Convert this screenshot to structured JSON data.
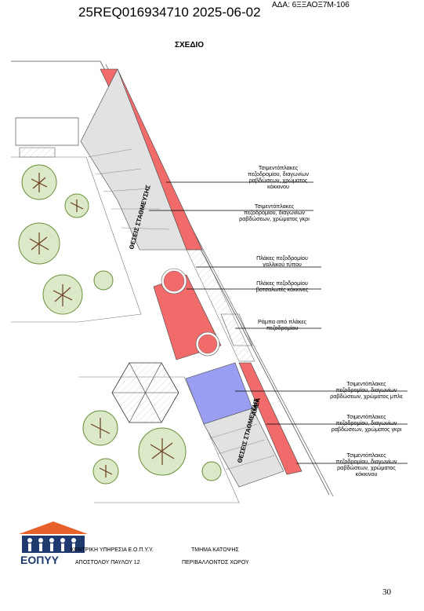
{
  "header": {
    "doc_id": "25REQ016934710 2025-06-02",
    "ada": "ΑΔΑ: 6ΞΞΑΟΞ7Μ-106",
    "title": "ΣΧΕΔΙΟ"
  },
  "plan": {
    "parking_label_1": "ΘΕΣΕΙΣ ΣΤΑΘΜΕΥΣΗΣ",
    "parking_label_2": "ΘΕΣΕΙΣ ΣΤΑΘΜΕΥΣΗΣ",
    "amea_label": "ΑΜΕΑ",
    "colors": {
      "red_tiles": "#f26b6b",
      "grey_tiles": "#e2e2e2",
      "blue_tiles": "#9a9ef2",
      "logo": "#1e3a6e",
      "logo_roof": "#e6622a"
    }
  },
  "legend": [
    "Τσιμεντόπλακες\nπεζοδρομίου, διαγωνίων\nραβδώσεων, χρώματος\nκόκκινου",
    "Τσιμεντόπλακες\nπεζοδρομίου, διαγωνίων\nραβδώσεων, χρώματος γκρι",
    "Πλάκες πεζοδρομίου\nγαλλικού τύπου",
    "Πλάκες πεζοδρομίου\nβοτσαλωτές κόκκινες",
    "Ράμπα από πλάκες\nπεζοδρομίου",
    "Τσιμεντόπλακες\nπεζοδρομίου, διαγωνίων\nραβδώσεων, χρώματος μπλε",
    "Τσιμεντόπλακες\nπεζοδρομίου, διαγωνίων\nραβδώσεων, χρώματος γκρι",
    "Τσιμεντόπλακες\nπεζοδρομίου, διαγωνίων\nραβδώσεων, χρώματος\nκόκκινου"
  ],
  "footer": {
    "logo_text": "ΕΟΠΥΥ",
    "org_line1": "ΚΕΝΤΡΙΚΗ ΥΠΗΡΕΣΙΑ Ε.Ο.Π.Υ.Υ.",
    "org_line2": "ΑΠΟΣΤΟΛΟΥ ΠΑΥΛΟΥ 12",
    "dept_line1": "ΤΜΗΜΑ ΚΑΤΟΨΗΣ",
    "dept_line2": "ΠΕΡΙΒΑΛΛΟΝΤΟΣ ΧΩΡΟΥ",
    "page_number": "30"
  }
}
